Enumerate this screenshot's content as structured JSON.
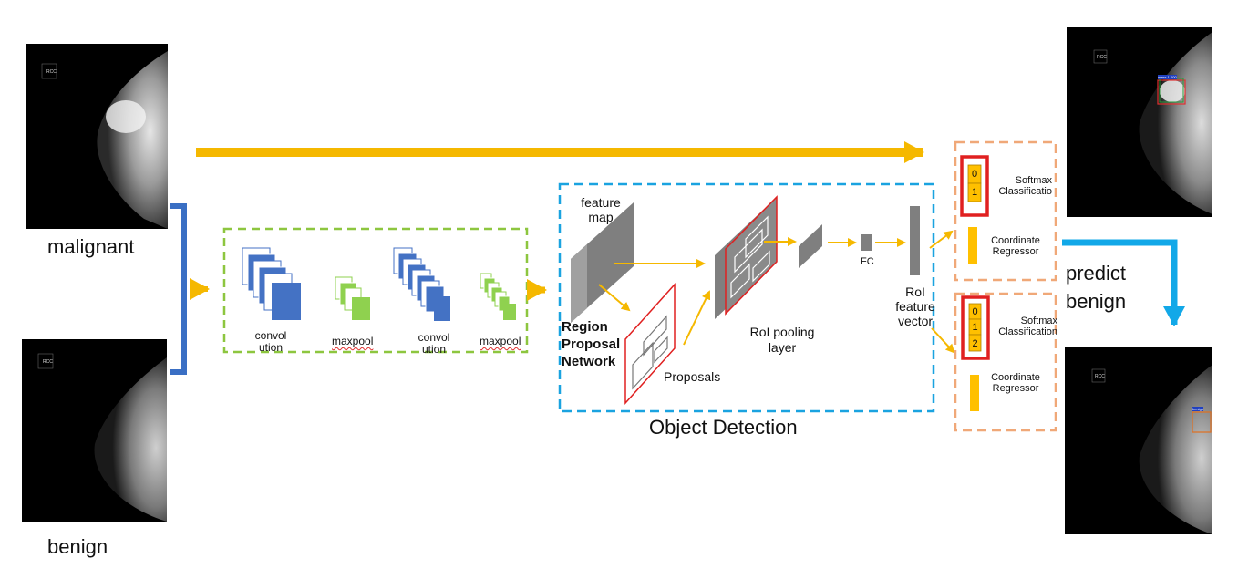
{
  "labels": {
    "malignant": "malignant",
    "benign": "benign",
    "feature_map": "feature\nmap",
    "rpn": "Region\nProposal\nNetwork",
    "proposals": "Proposals",
    "roi_pool": "RoI pooling\nlayer",
    "fc": "FC",
    "roi_vec": "RoI\nfeature\nvector",
    "object_detection": "Object Detection",
    "predict": "predict\nbenign",
    "conv1": "convol\nution",
    "maxpool1": "maxpool",
    "conv2": "convol\nution",
    "maxpool2": "maxpool"
  },
  "heads": {
    "top": {
      "cells": [
        "0",
        "1"
      ],
      "softmax": "Softmax\nClassificatio",
      "coord": "Coordinate\nRegressor"
    },
    "bottom": {
      "cells": [
        "0",
        "1",
        "2"
      ],
      "softmax": "Softmax\nClassification",
      "coord": "Coordinate\nRegressor"
    }
  },
  "images": {
    "tag_left": "RCC",
    "tag_right": "RCC",
    "mass_label": "mass 1.000",
    "benign_label": "benign"
  },
  "colors": {
    "arrow": "#f5b800",
    "bracket": "#3a6fc4",
    "cnn_box": "#8dc63f",
    "detect_box": "#1aa3e0",
    "head_box": "#f0a878",
    "predict_arrow": "#12a8e8",
    "conv_blue": "#4472c4",
    "pool_green": "#8fd14f",
    "highlight": "#e02020"
  }
}
